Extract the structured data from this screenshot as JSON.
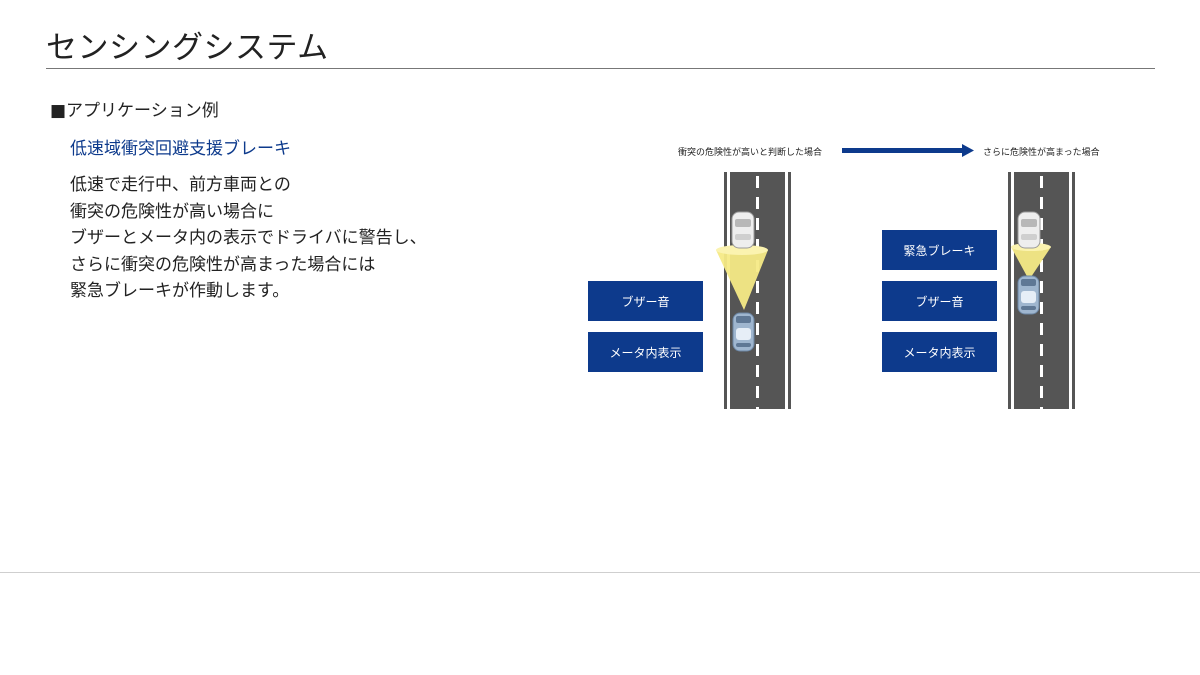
{
  "page": {
    "title": "センシングシステム",
    "section_heading": "■アプリケーション例",
    "sub_heading": "低速域衝突回避支援ブレーキ",
    "description_lines": [
      "低速で走行中、前方車両との",
      "衝突の危険性が高い場合に",
      "ブザーとメータ内の表示でドライバに警告し、",
      "さらに衝突の危険性が高まった場合には",
      "緊急ブレーキが作動します。"
    ]
  },
  "diagram": {
    "caption_left": "衝突の危険性が高いと判断した場合",
    "caption_right": "さらに危険性が高まった場合",
    "left_labels": [
      "ブザー音",
      "メータ内表示"
    ],
    "right_labels": [
      "緊急ブレーキ",
      "ブザー音",
      "メータ内表示"
    ],
    "colors": {
      "accent_blue": "#0d3a8c",
      "road": "#555555",
      "sensor_beam": "#f5e87a"
    }
  }
}
